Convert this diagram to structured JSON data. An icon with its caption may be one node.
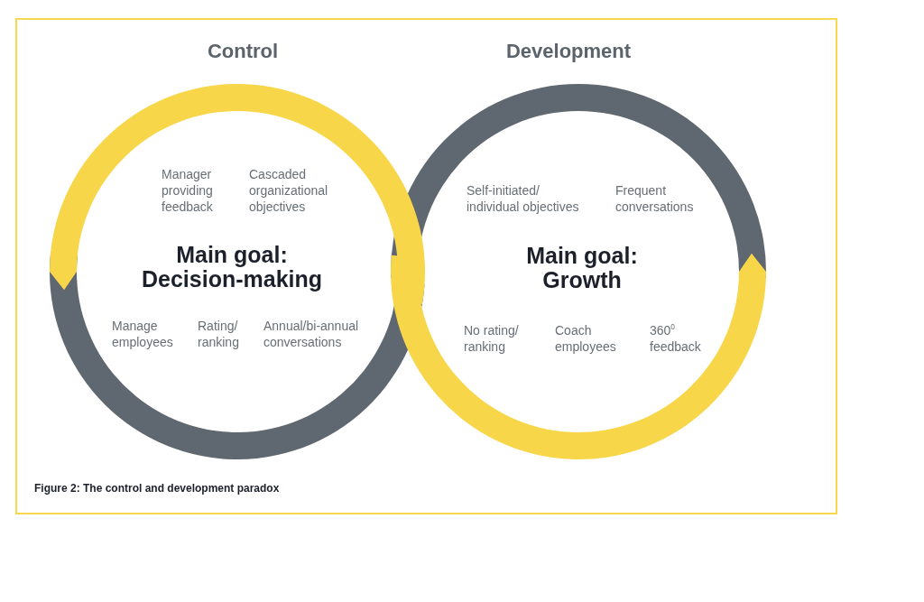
{
  "diagram": {
    "caption": "Figure 2: The control and development paradox",
    "nodes": [
      {
        "text": [
          "Control",
          "Manager providing feedback",
          "Cascaded organizational objectives",
          "Main goal: Decision-making",
          "Manage employees",
          "Rating/ ranking",
          "Annual/bi-annual conversations"
        ]
      },
      {
        "text": [
          "Development",
          "Self-initiated/ individual objectives",
          "Frequent conversations",
          "Main goal: Growth",
          "No rating/ ranking",
          "Coach employees",
          "360$^{0}$ feedback"
        ]
      }
    ]
  }
}
